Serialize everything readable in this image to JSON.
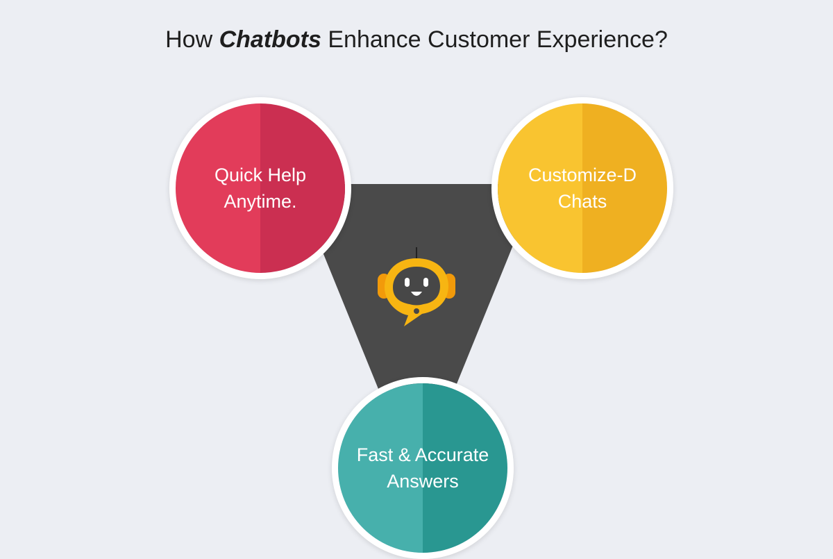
{
  "title": {
    "prefix": "How ",
    "emphasis": "Chatbots",
    "suffix": " Enhance Customer Experience?"
  },
  "center_icon": "chatbot-robot-icon",
  "items": [
    {
      "label": "Quick Help Anytime.",
      "color_light": "#e23c5a",
      "color_dark": "#cb2f51"
    },
    {
      "label": "Customize-D Chats",
      "color_light": "#f9c430",
      "color_dark": "#efb021"
    },
    {
      "label": "Fast & Accurate Answers",
      "color_light": "#47b0ac",
      "color_dark": "#299791"
    }
  ],
  "colors": {
    "background": "#eceef3",
    "triangle": "#4a4a4a",
    "robot": "#f7b512"
  }
}
